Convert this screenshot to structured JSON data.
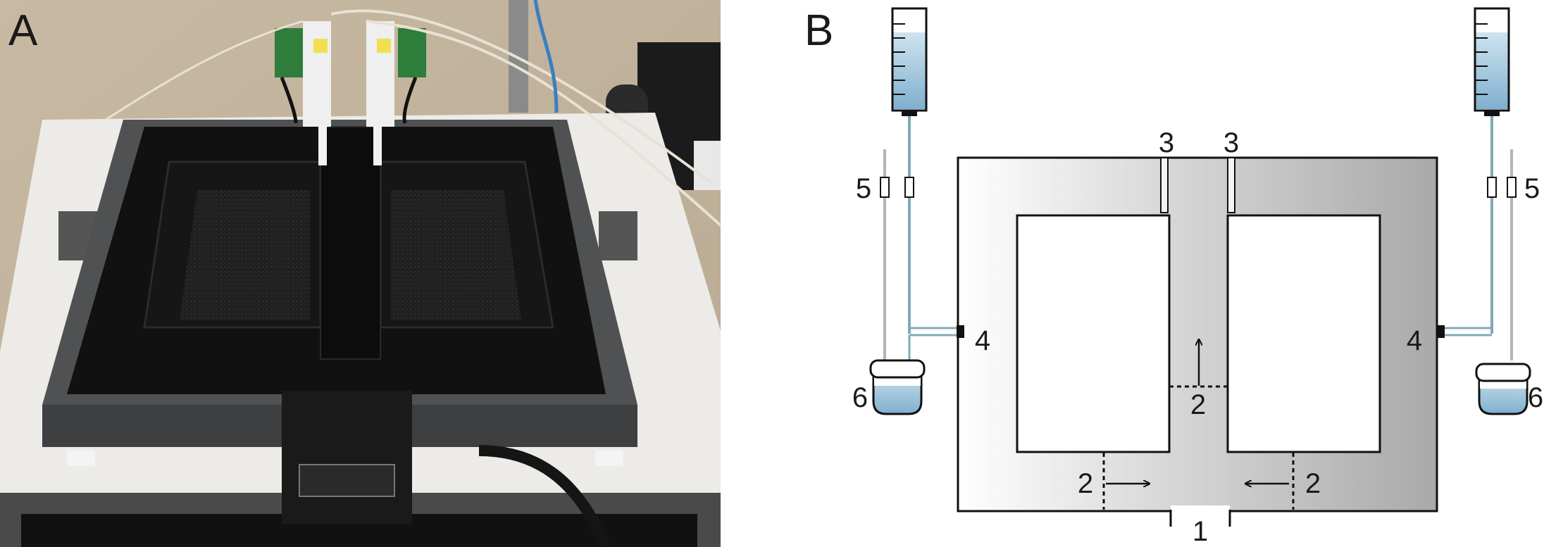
{
  "panel_a": {
    "letter": "A"
  },
  "panel_b": {
    "letter": "B",
    "labels": {
      "outlet": "1",
      "flow_left": "2",
      "flow_right": "2",
      "flow_center": "2",
      "port_left": "3",
      "port_right": "3",
      "inlet_left": "4",
      "inlet_right": "4",
      "valve_left": "5",
      "valve_right": "5",
      "reservoir_left": "6",
      "reservoir_right": "6"
    }
  },
  "colors": {
    "tube": "#7fa9b7",
    "tube_outline": "#4f8294",
    "fluid": "#9ec6dc",
    "tank_body": "#d7d7d7",
    "tank_dark": "#a8a8a8",
    "photo_background": "#c9bba7",
    "tank_black": "#141414"
  }
}
